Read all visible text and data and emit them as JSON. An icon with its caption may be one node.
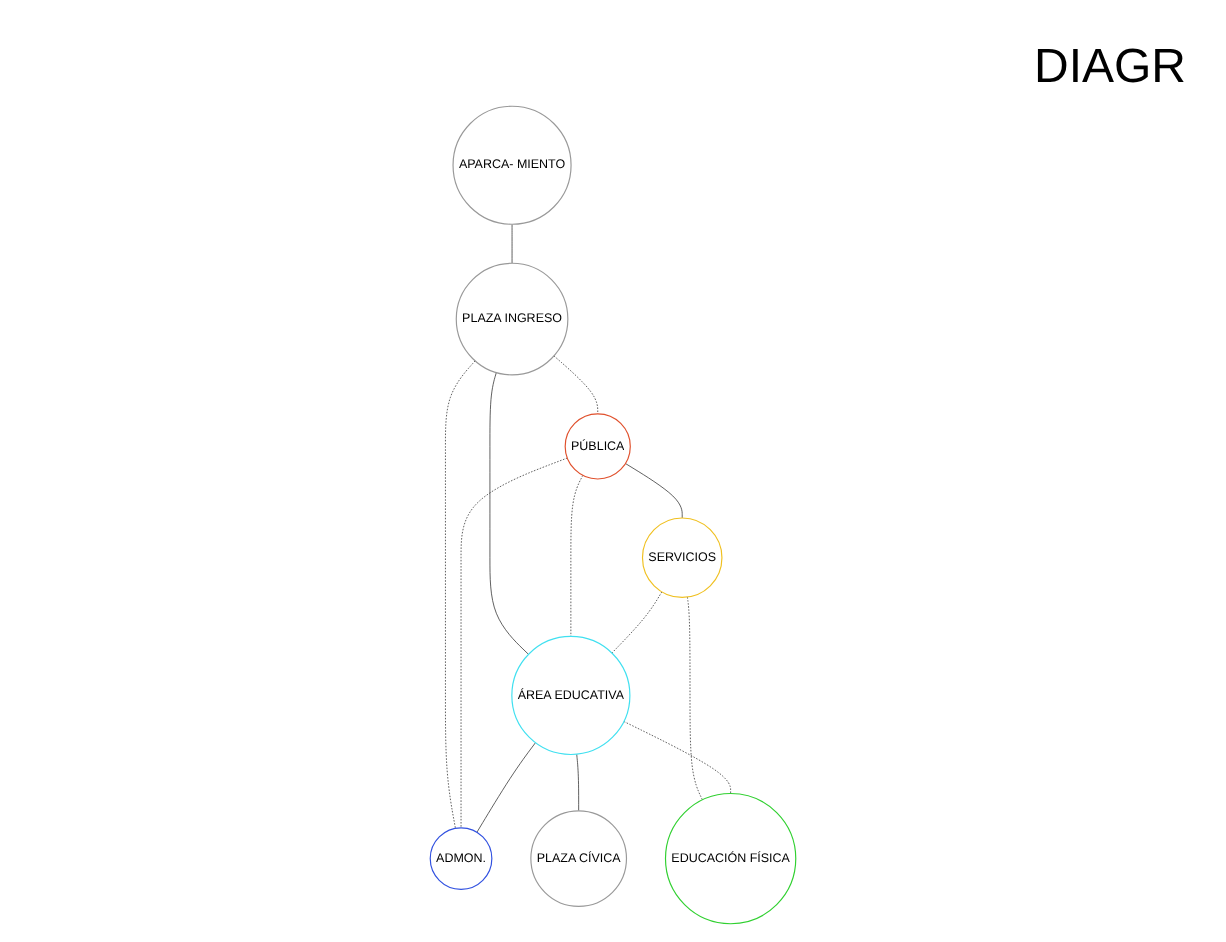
{
  "diagram": {
    "title": "DIAGR",
    "nodes": [
      {
        "text": [
          "APARCA- MIENTO"
        ]
      },
      {
        "text": [
          "PLAZA INGRESO"
        ]
      },
      {
        "text": [
          "PÚBLICA"
        ]
      },
      {
        "text": [
          "SERVICIOS"
        ]
      },
      {
        "text": [
          "ÁREA EDUCATIVA"
        ]
      },
      {
        "text": [
          "ADMON."
        ]
      },
      {
        "text": [
          "PLAZA CÍVICA"
        ]
      },
      {
        "text": [
          "EDUCACIÓN FÍSICA"
        ]
      }
    ],
    "edges": [
      {
        "from": 0,
        "to": 1,
        "arrow": "none"
      },
      {
        "from": 1,
        "to": 2,
        "arrow": "none",
        "style": "dashed"
      },
      {
        "from": 2,
        "to": 3,
        "arrow": "none"
      },
      {
        "from": 1,
        "to": 4,
        "arrow": "none"
      },
      {
        "from": 1,
        "to": 5,
        "arrow": "none",
        "style": "dashed"
      },
      {
        "from": 2,
        "to": 5,
        "arrow": "none",
        "style": "dashed"
      },
      {
        "from": 2,
        "to": 4,
        "arrow": "none",
        "style": "dashed"
      },
      {
        "from": 3,
        "to": 4,
        "arrow": "none",
        "style": "dashed"
      },
      {
        "from": 3,
        "to": 7,
        "arrow": "none",
        "style": "dashed"
      },
      {
        "from": 4,
        "to": 5,
        "arrow": "none"
      },
      {
        "from": 4,
        "to": 6,
        "arrow": "none"
      },
      {
        "from": 4,
        "to": 7,
        "arrow": "none",
        "style": "dashed"
      }
    ]
  }
}
